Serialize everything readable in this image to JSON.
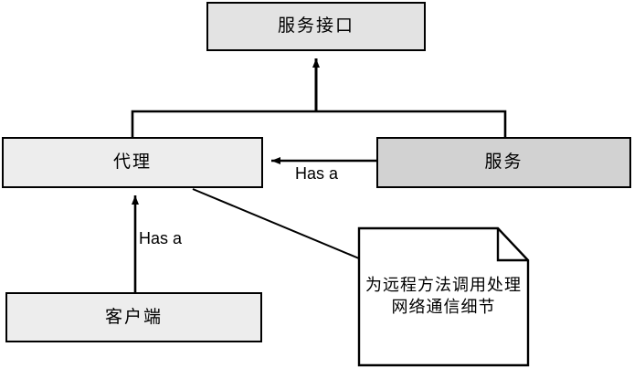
{
  "diagram": {
    "title": "Proxy pattern class diagram",
    "background": "#ffffff",
    "stroke": "#000000",
    "nodes": {
      "interface": {
        "label": "服务接口",
        "fill": "#e3e3e3"
      },
      "proxy": {
        "label": "代理",
        "fill": "#ededed"
      },
      "service": {
        "label": "服务",
        "fill": "#d2d2d2"
      },
      "client": {
        "label": "客户端",
        "fill": "#ededed"
      }
    },
    "note": {
      "text": "为远程方法调用处理网络通信细节",
      "fill": "#ffffff"
    },
    "edges": {
      "service_has_a_proxy": "Has a",
      "client_has_a_proxy": "Has a"
    }
  }
}
